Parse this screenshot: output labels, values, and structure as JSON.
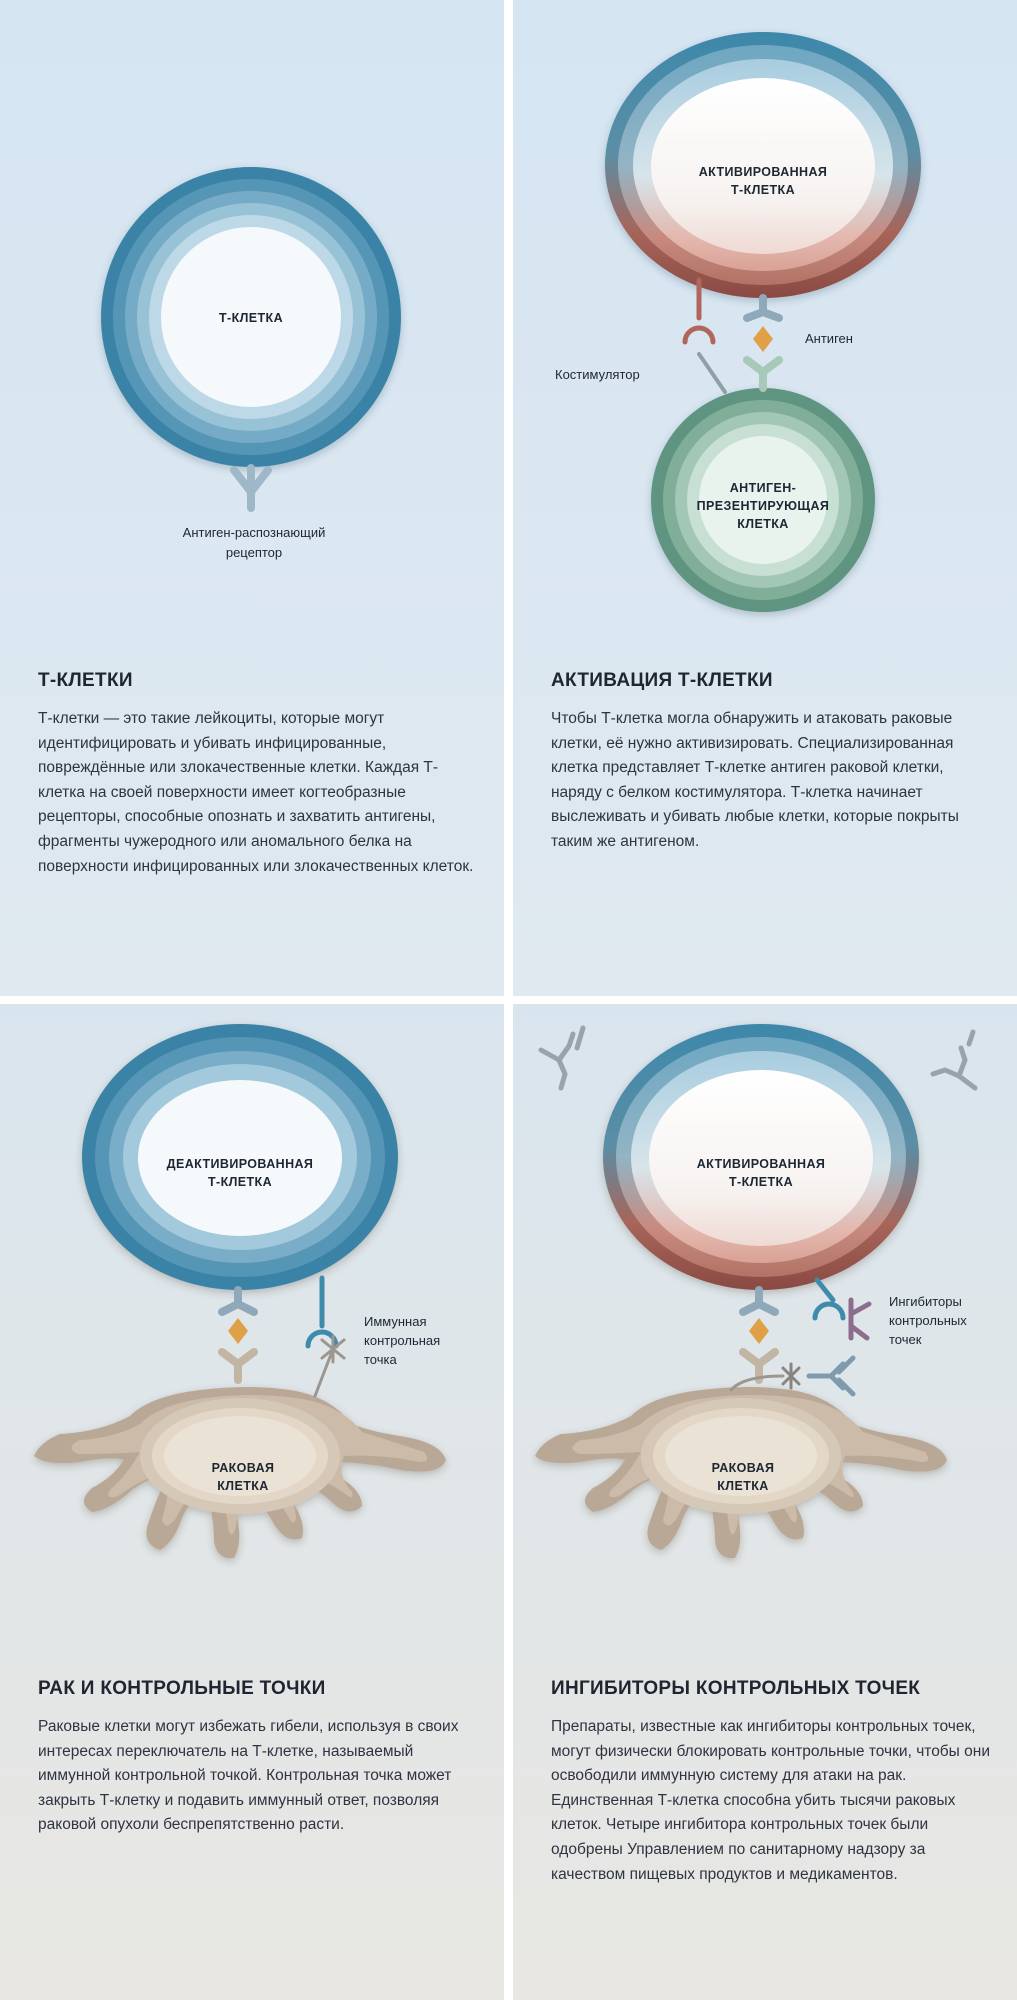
{
  "panels": [
    {
      "title": "Т-КЛЕТКИ",
      "body": "Т-клетки — это такие лейкоциты, которые могут идентифицировать и убивать инфицированные, повреждённые или злокачественные клетки. Каждая Т-клетка на своей поверхности имеет когтеобразные рецепторы, способные опознать и захватить антигены, фрагменты чужеродного или аномального белка на поверхности инфицированных или злокачественных клеток.",
      "cell_label": [
        "Т-КЛЕТКА"
      ],
      "receptor_label": [
        "Антиген-распознающий",
        "рецептор"
      ]
    },
    {
      "title": "АКТИВАЦИЯ Т-КЛЕТКИ",
      "body": "Чтобы Т-клетка могла обнаружить и атаковать раковые клетки, её нужно активизировать. Специализированная клетка представляет Т-клетке антиген раковой клетки, наряду с белком костимулятора. Т-клетка начинает выслеживать и убивать любые клетки, которые покрыты таким же антигеном.",
      "tcell_label": [
        "АКТИВИРОВАННАЯ",
        "Т-КЛЕТКА"
      ],
      "apc_label": [
        "АНТИГЕН-",
        "ПРЕЗЕНТИРУЮЩАЯ",
        "КЛЕТКА"
      ],
      "antigen_label": "Антиген",
      "costim_label": "Костимулятор"
    },
    {
      "title": "РАК И КОНТРОЛЬНЫЕ ТОЧКИ",
      "body": "Раковые клетки могут избежать гибели, используя в своих интересах переключатель на Т-клетке, называемый иммунной контрольной точкой. Контрольная точка может закрыть Т-клетку и подавить иммунный ответ, позволяя раковой опухоли беспрепятственно расти.",
      "tcell_label": [
        "ДЕАКТИВИРОВАННАЯ",
        "Т-КЛЕТКА"
      ],
      "cancer_label": [
        "РАКОВАЯ",
        "КЛЕТКА"
      ],
      "checkpoint_label": [
        "Иммунная",
        "контрольная",
        "точка"
      ]
    },
    {
      "title": "ИНГИБИТОРЫ КОНТРОЛЬНЫХ ТОЧЕК",
      "body": "Препараты, известные как ингибиторы контрольных точек, могут физически блокировать контрольные точки, чтобы они освободили иммунную систему для атаки на рак. Единственная Т-клетка способна убить тысячи раковых клеток. Четыре ингибитора контрольных точек были одобрены Управлением по санитарному надзору за качеством пищевых продуктов и медикаментов.",
      "tcell_label": [
        "АКТИВИРОВАННАЯ",
        "Т-КЛЕТКА"
      ],
      "cancer_label": [
        "РАКОВАЯ",
        "КЛЕТКА"
      ],
      "inhibitor_label": [
        "Ингибиторы",
        "контрольных",
        "точек"
      ]
    }
  ],
  "colors": {
    "tcell_blue": "#3f8bab",
    "activated_red": "#b0665a",
    "apc_green": "#6e9f88",
    "cancer_beige": "#c6b7a5",
    "antigen_orange": "#e0a047",
    "inhibitor_purple": "#8e6c8e",
    "top_bg": "#d9e7f2",
    "bottom_bg": "#e5e6e2"
  }
}
